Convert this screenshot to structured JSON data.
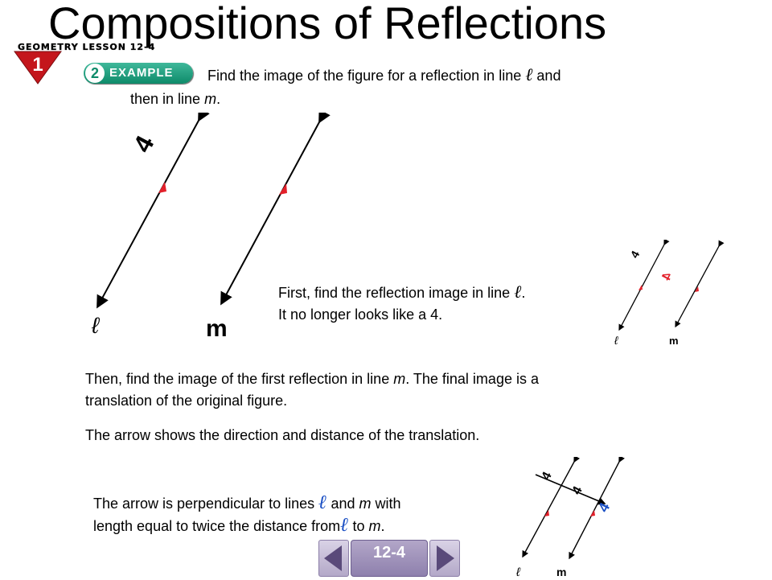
{
  "header": {
    "title": "Compositions of Reflections",
    "course_tag": "GEOMETRY LESSON 12-4",
    "badge_number": "1"
  },
  "example": {
    "number": "2",
    "label": "EXAMPLE",
    "prompt_part1": "Find the image of the figure for a reflection in line",
    "prompt_part2": "and",
    "prompt_line2": "then in line",
    "prompt_m": "m",
    "prompt_period": "."
  },
  "figures": {
    "line_l": "ℓ",
    "line_m": "m",
    "glyph": "4"
  },
  "step1": {
    "line1_a": "First, find the reflection image in line",
    "line1_b": ".",
    "line2": "It no longer looks like a 4."
  },
  "step2": {
    "line1_a": "Then, find the image of the first reflection in line",
    "line1_m": "m",
    "line1_b": ". The final image is a",
    "line2": "translation of the original figure."
  },
  "step3": {
    "line": "The arrow shows the direction and distance of the translation."
  },
  "step4": {
    "line1_a": "The arrow is perpendicular to lines",
    "line1_b": "and",
    "line1_m": "m",
    "line1_c": "with",
    "line2_a": "length equal to twice the distance from",
    "line2_b": "to",
    "line2_m": "m",
    "line2_c": "."
  },
  "nav": {
    "center_label": "12-4"
  },
  "colors": {
    "example_green": "#0e8b6a",
    "arrow_red": "#e3202a",
    "image_blue": "#1a4fc4",
    "nav_purple": "#8e80ad",
    "badge_red": "#c4161c"
  }
}
